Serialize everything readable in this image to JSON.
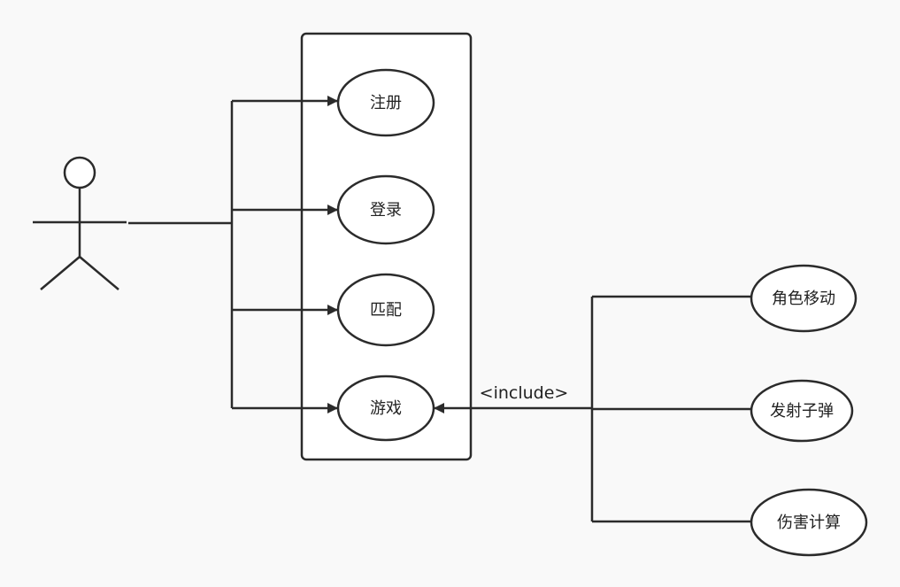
{
  "diagram": {
    "colors": {
      "background": "#f9f9f9",
      "stroke": "#2b2b2b",
      "node_fill": "#ffffff",
      "text": "#222222"
    },
    "actor": {
      "icon": "stick-figure-icon",
      "label": ""
    },
    "system_boundary": {
      "label": ""
    },
    "use_cases": [
      {
        "id": "register",
        "label": "注册"
      },
      {
        "id": "login",
        "label": "登录"
      },
      {
        "id": "match",
        "label": "匹配"
      },
      {
        "id": "game",
        "label": "游戏"
      }
    ],
    "included_use_cases": [
      {
        "id": "move",
        "label": "角色移动"
      },
      {
        "id": "shoot",
        "label": "发射子弹"
      },
      {
        "id": "damage",
        "label": "伤害计算"
      }
    ],
    "include_label": "<include>"
  }
}
